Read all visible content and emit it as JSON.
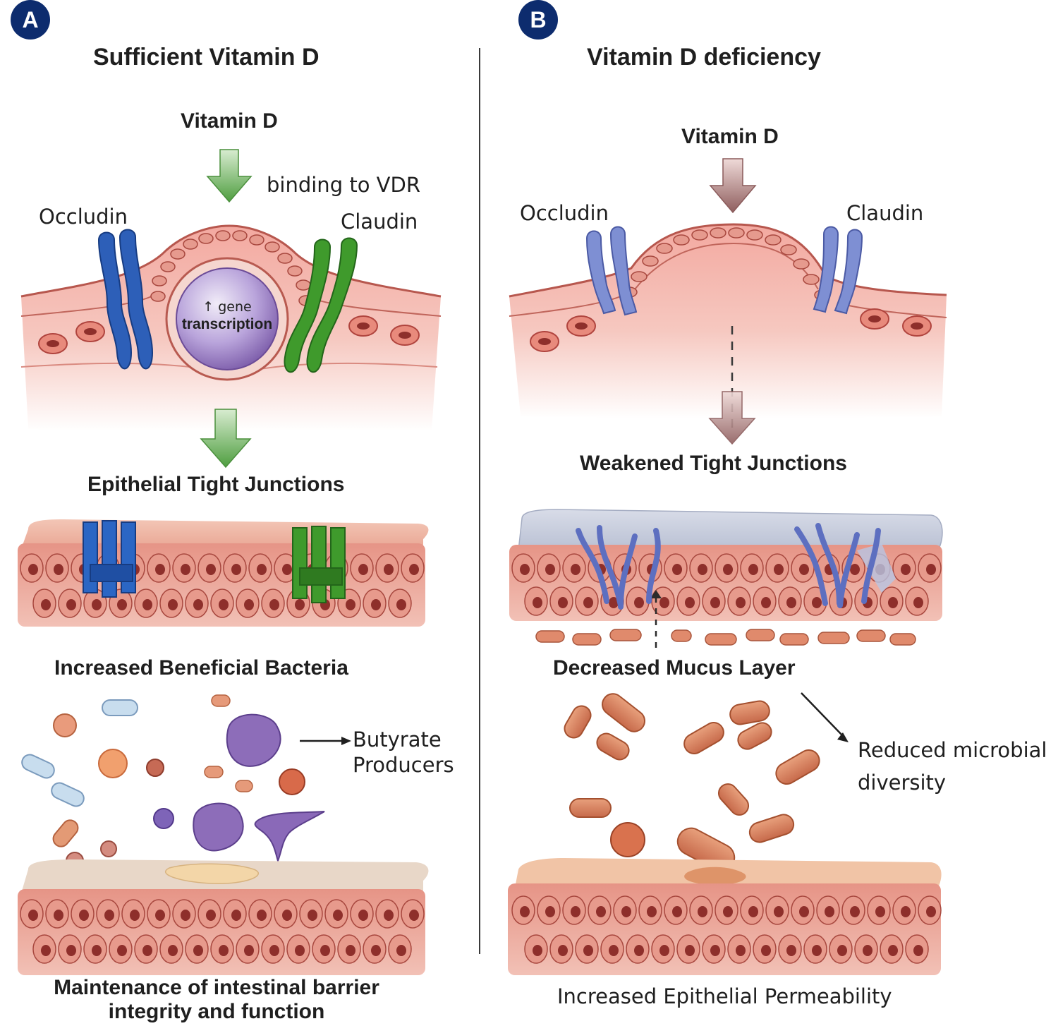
{
  "panel_a": {
    "badge": "A",
    "title": "Sufficient Vitamin D",
    "vitamin_d": "Vitamin D",
    "binding": "binding to VDR",
    "occludin": "Occludin",
    "claudin": "Claudin",
    "nucleus_line1": "↑ gene",
    "nucleus_line2": "transcription",
    "tight_junctions": "Epithelial Tight Junctions",
    "bacteria": "Increased Beneficial Bacteria",
    "butyrate_line1": "Butyrate",
    "butyrate_line2": "Producers",
    "barrier_line1": "Maintenance of intestinal barrier",
    "barrier_line2": "integrity and function"
  },
  "panel_b": {
    "badge": "B",
    "title": "Vitamin D deficiency",
    "vitamin_d": "Vitamin D",
    "occludin": "Occludin",
    "claudin": "Claudin",
    "weakened": "Weakened Tight Junctions",
    "mucus": "Decreased Mucus Layer",
    "diversity_line1": "Reduced microbial",
    "diversity_line2": "diversity",
    "permeability": "Increased Epithelial Permeability"
  },
  "colors": {
    "tissue": "#f1b7ae",
    "tissue_dark": "#c96e63",
    "cell": "#e79a8c",
    "nucleus": "#b0443e",
    "green_arrow": "#5aa84a",
    "brown_arrow": "#9e6a6a",
    "occludin_blue": "#2d5fb8",
    "claudin_green": "#3d8a2a",
    "weak_blue": "#6a7ec8",
    "nucleus_purple": "#9a7fc4",
    "mucus_gray": "#c9cfdf",
    "badge": "#0d2c6e"
  }
}
